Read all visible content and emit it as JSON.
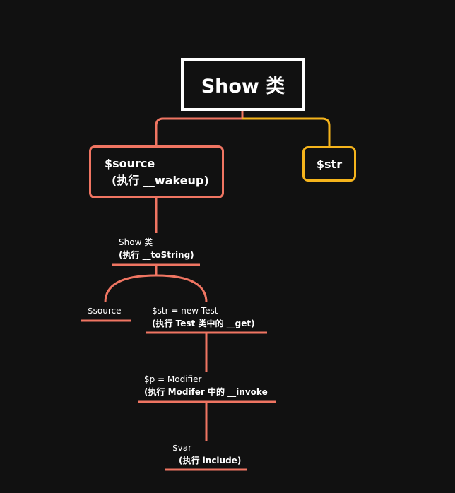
{
  "diagram": {
    "root": {
      "label": "Show 类"
    },
    "source": {
      "line1": "$source",
      "line2": "(执行 __wakeup)"
    },
    "str": {
      "label": "$str"
    },
    "show_tostring": {
      "line1": "Show 类",
      "line2": "(执行 __toString)"
    },
    "sub_source": {
      "label": "$source"
    },
    "str_test": {
      "line1": "$str = new Test",
      "line2": "(执行 Test 类中的 __get)"
    },
    "modifier": {
      "line1": "$p = Modifier",
      "line2": "(执行 Modifer 中的 __invoke"
    },
    "var_node": {
      "line1": "$var",
      "line2": "(执行 include)"
    }
  },
  "colors": {
    "background": "#111111",
    "root_border": "#ffffff",
    "source_branch": "#f07562",
    "str_branch": "#f5b41c",
    "text": "#ffffff"
  }
}
